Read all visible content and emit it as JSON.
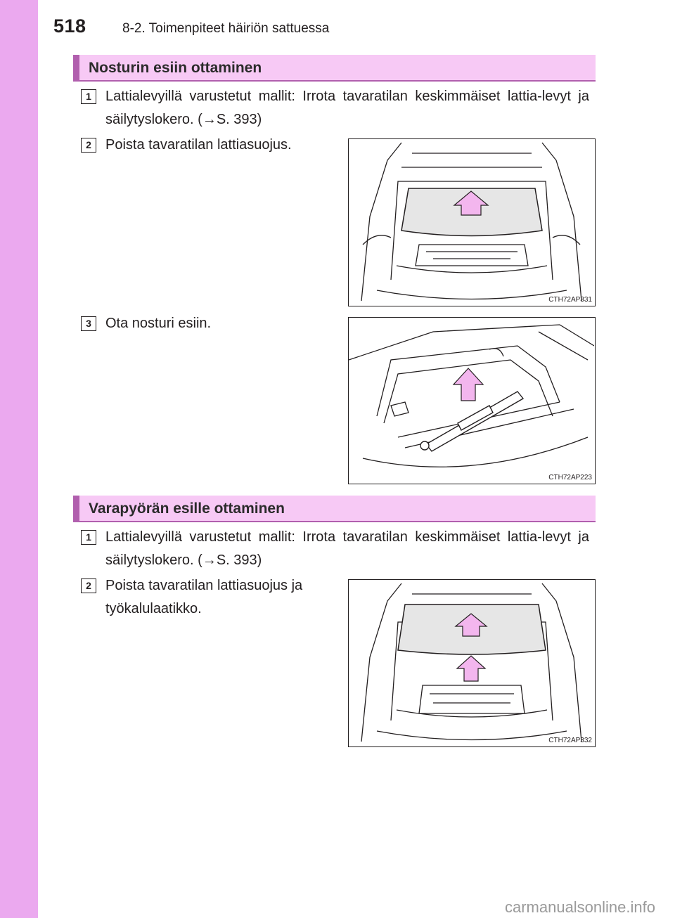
{
  "header": {
    "page_number": "518",
    "chapter": "8-2. Toimenpiteet häiriön sattuessa"
  },
  "section1": {
    "title": "Nosturin esiin ottaminen",
    "steps": [
      {
        "num": "1",
        "text": "Lattialevyillä varustetut mallit: Irrota tavaratilan keskimmäiset lattia-levyt ja säilytyslokero. (→S. 393)"
      },
      {
        "num": "2",
        "text": "Poista tavaratilan lattiasuojus."
      },
      {
        "num": "3",
        "text": "Ota nosturi esiin."
      }
    ],
    "figures": [
      "CTH72AP331",
      "CTH72AP223"
    ]
  },
  "section2": {
    "title": "Varapyörän esille ottaminen",
    "steps": [
      {
        "num": "1",
        "text": "Lattialevyillä varustetut mallit: Irrota tavaratilan keskimmäiset lattia-levyt ja säilytyslokero. (→S. 393)"
      },
      {
        "num": "2",
        "text": "Poista tavaratilan lattiasuojus ja työkalulaatikko."
      }
    ],
    "figures": [
      "CTH72AP332"
    ]
  },
  "footer": {
    "watermark": "carmanualsonline.info"
  },
  "colors": {
    "sidebar": "#eba9ef",
    "header_bg": "#f7c9f5",
    "header_accent": "#b15fae",
    "arrow": "#f3b6ee"
  }
}
